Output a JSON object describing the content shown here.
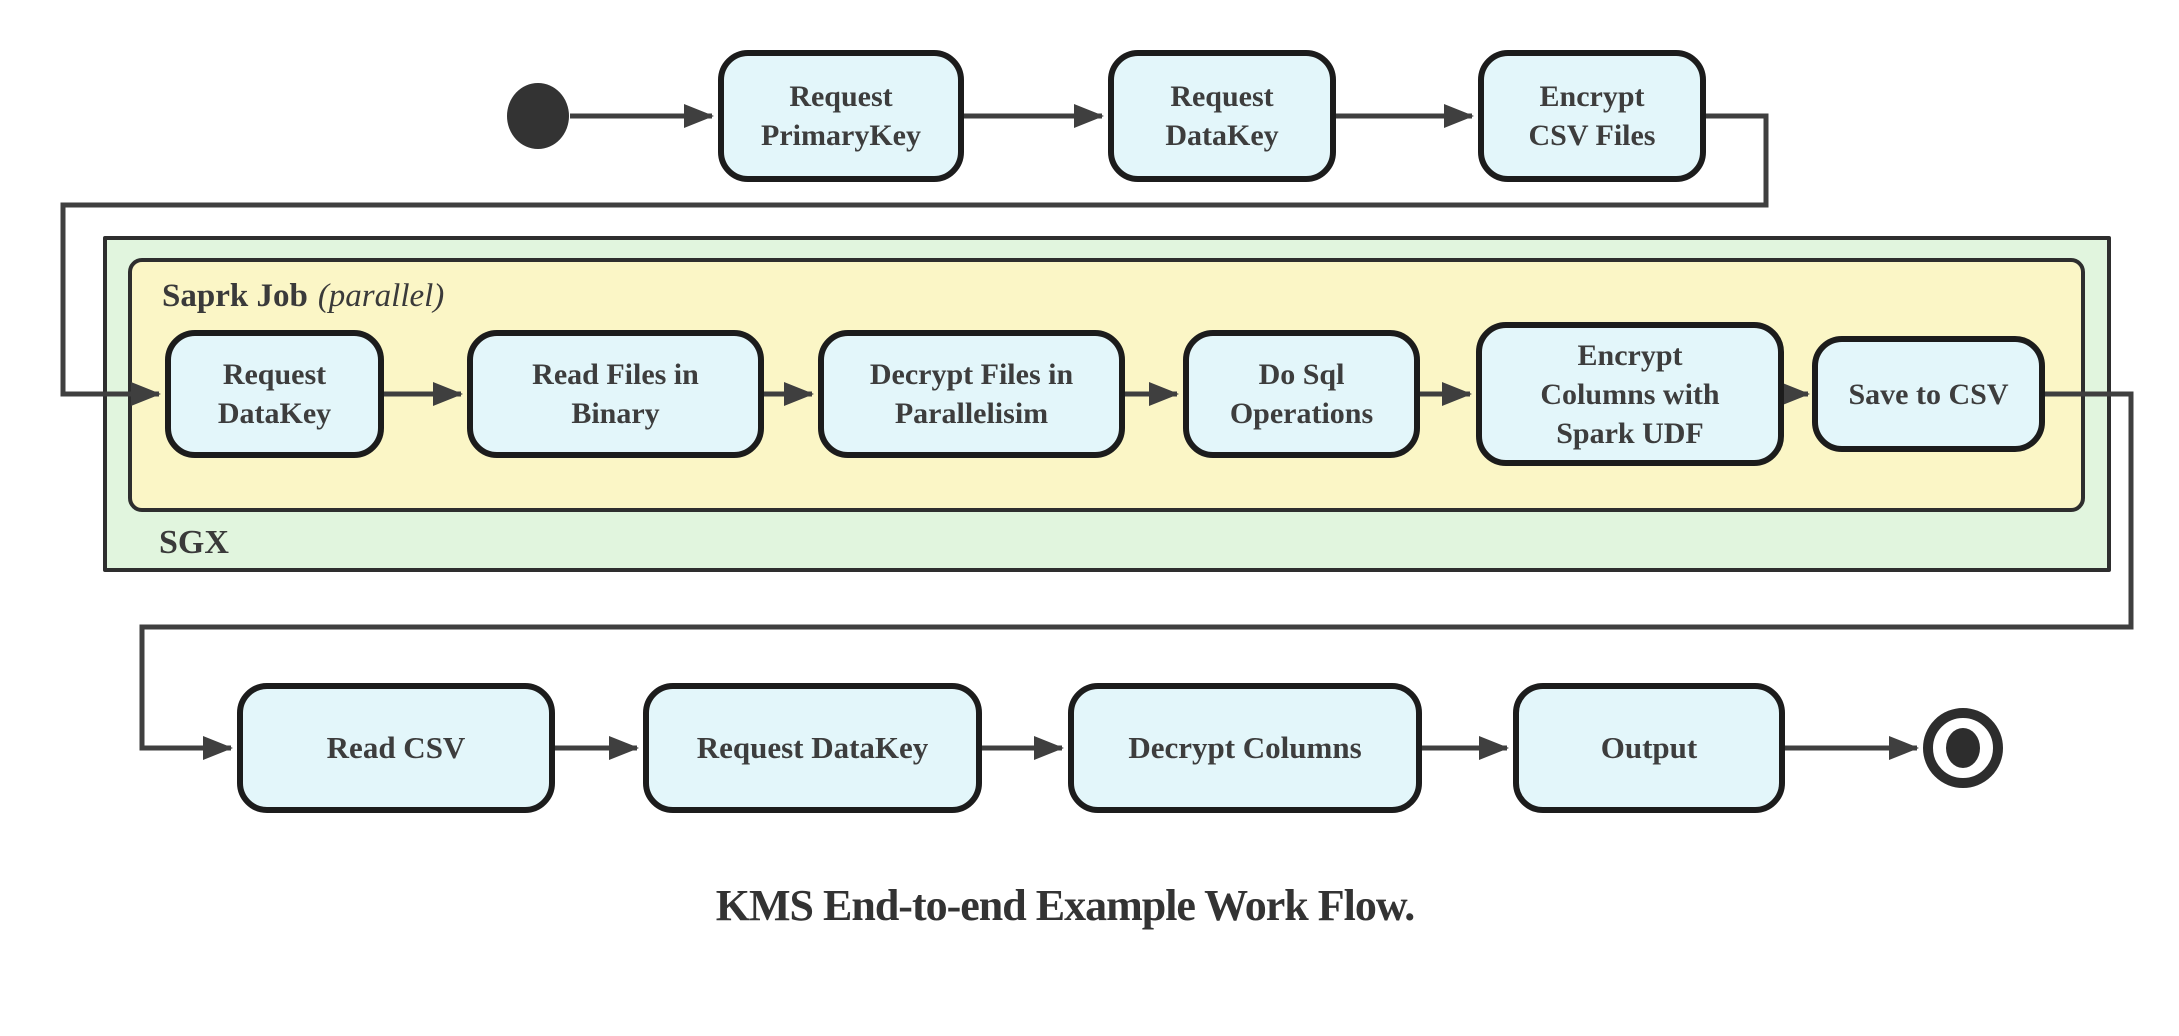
{
  "caption": "KMS End-to-end Example Work Flow.",
  "colors": {
    "node_fill": "#e3f6fa",
    "node_border": "#1c1c1c",
    "sgx_fill": "#e1f5de",
    "spark_fill": "#fbf6c6",
    "container_border": "#2e2e2e",
    "connector": "#3f3f3f",
    "text": "#3d3d3d",
    "start_node_fill": "#333333",
    "end_node_color": "#2d2d2d"
  },
  "containers": {
    "sgx": {
      "label": "SGX"
    },
    "spark_job": {
      "title": "Saprk Job",
      "qualifier": "(parallel)"
    }
  },
  "nodes": {
    "start": {
      "type": "initial-state"
    },
    "top": [
      {
        "id": "request-primarykey",
        "label": "Request\nPrimaryKey"
      },
      {
        "id": "request-datakey",
        "label": "Request\nDataKey"
      },
      {
        "id": "encrypt-csv-files",
        "label": "Encrypt\nCSV Files"
      }
    ],
    "spark": [
      {
        "id": "request-datakey-sgx",
        "label": "Request\nDataKey"
      },
      {
        "id": "read-files-in-binary",
        "label": "Read Files in\nBinary"
      },
      {
        "id": "decrypt-files-in-parallelisim",
        "label": "Decrypt Files in\nParallelisim"
      },
      {
        "id": "do-sql-operations",
        "label": "Do Sql\nOperations"
      },
      {
        "id": "encrypt-columns-with-spark-udf",
        "label": "Encrypt\nColumns with\nSpark UDF"
      },
      {
        "id": "save-to-csv",
        "label": "Save to CSV"
      }
    ],
    "bottom": [
      {
        "id": "read-csv",
        "label": "Read CSV"
      },
      {
        "id": "request-datakey-client",
        "label": "Request DataKey"
      },
      {
        "id": "decrypt-columns",
        "label": "Decrypt Columns"
      },
      {
        "id": "output",
        "label": "Output"
      }
    ],
    "end": {
      "type": "final-state"
    }
  }
}
